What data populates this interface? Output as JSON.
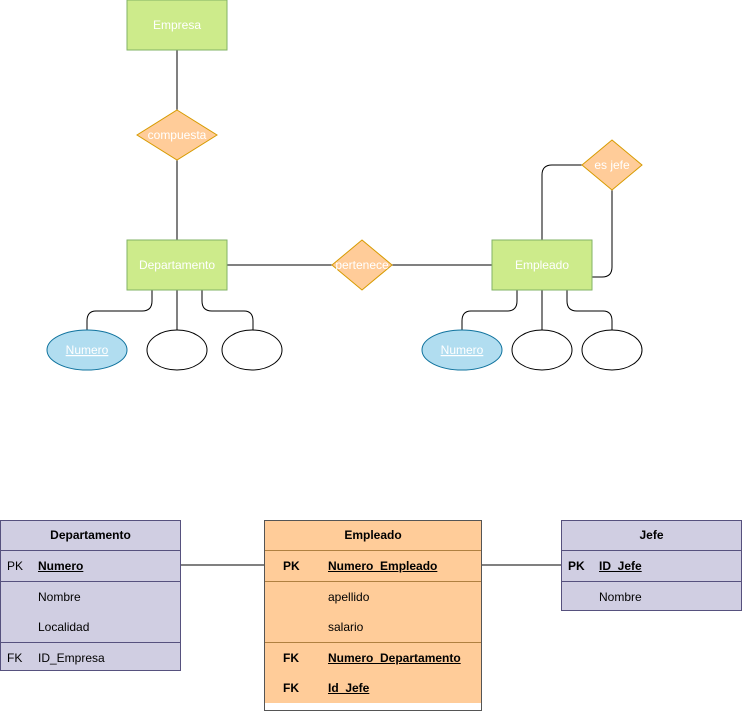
{
  "er": {
    "entities": {
      "empresa": "Empresa",
      "departamento": "Departamento",
      "empleado": "Empleado"
    },
    "relationships": {
      "compuesta": "compuesta",
      "pertenece": "pertenece",
      "es_jefe": "es jefe"
    },
    "attributes": {
      "departamento_key": "Numero",
      "empleado_key": "Numero"
    }
  },
  "tables": {
    "departamento": {
      "title": "Departamento",
      "rows": [
        {
          "key": "PK",
          "field": "Numero"
        },
        {
          "key": "",
          "field": "Nombre"
        },
        {
          "key": "",
          "field": "Localidad"
        },
        {
          "key": "FK",
          "field": "ID_Empresa"
        }
      ]
    },
    "empleado": {
      "title": "Empleado",
      "rows": [
        {
          "key": "PK",
          "field": "Numero_Empleado"
        },
        {
          "key": "",
          "field": "apellido"
        },
        {
          "key": "",
          "field": "salario"
        },
        {
          "key": "FK",
          "field": "Numero_Departamento"
        },
        {
          "key": "FK",
          "field": "Id_Jefe"
        }
      ]
    },
    "jefe": {
      "title": "Jefe",
      "rows": [
        {
          "key": "PK",
          "field": "ID_Jefe"
        },
        {
          "key": "",
          "field": "Nombre"
        }
      ]
    }
  },
  "colors": {
    "entity_fill": "#cdeb8b",
    "entity_stroke": "#82b366",
    "relation_fill": "#ffcc99",
    "relation_stroke": "#d79b00",
    "key_attr_fill": "#b1ddf0",
    "key_attr_stroke": "#10739e",
    "table_fill": "#d0cee2",
    "table_accent": "#ffcc99"
  }
}
